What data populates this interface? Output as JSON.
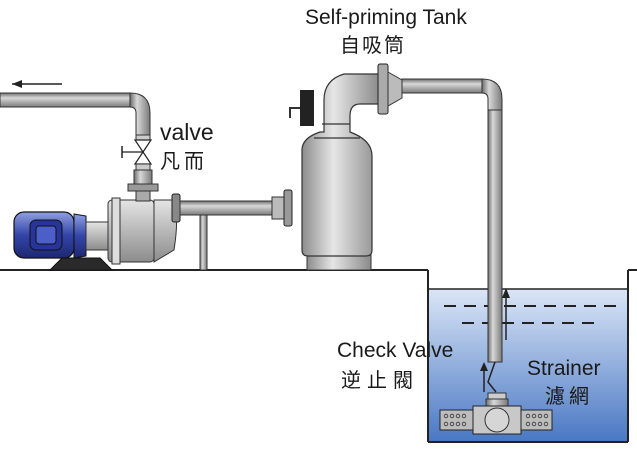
{
  "diagram": {
    "title": "Self-priming pump installation with tank",
    "labels": {
      "tank_en": "Self-priming Tank",
      "tank_zh": "自吸筒",
      "valve_en": "valve",
      "valve_zh": "凡而",
      "check_valve_en": "Check Valve",
      "check_valve_zh": "逆止閥",
      "strainer_en": "Strainer",
      "strainer_zh": "濾網"
    },
    "flow_direction": "left",
    "components": [
      "outlet-pipe",
      "gate-valve",
      "self-priming-pump",
      "motor",
      "self-priming-tank",
      "suction-pipe",
      "check-valve",
      "strainer",
      "water-tank"
    ],
    "colors": {
      "pipe": "#9a9a9a",
      "motor": "#3b4fb0",
      "water_top": "#d6e3f5",
      "water_bottom": "#4f7cc6",
      "outline": "#222222"
    }
  }
}
